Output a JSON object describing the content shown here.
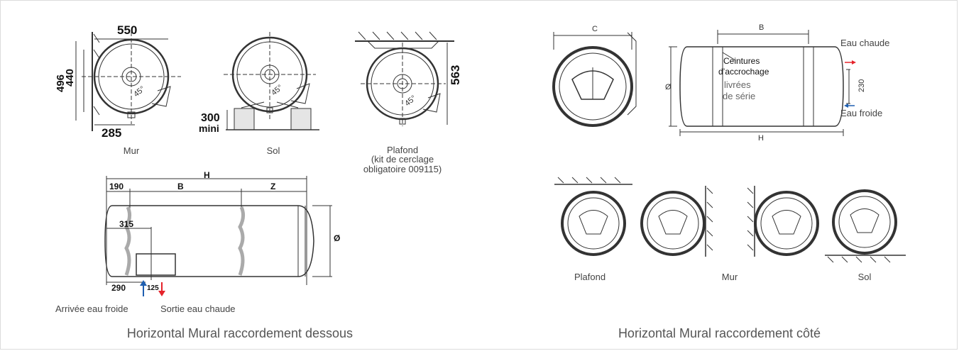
{
  "left": {
    "caption": "Horizontal Mural raccordement dessous",
    "views": {
      "wall": "Mur",
      "floor": "Sol",
      "ceiling": "Plafond",
      "ceiling_note": "(kit de cerclage\nobligatoire 009115)"
    },
    "dims": {
      "d550": "550",
      "d496": "496",
      "d440": "440",
      "d285": "285",
      "d300": "300",
      "mini": "mini",
      "d563": "563",
      "angle": "45°",
      "H": "H",
      "B": "B",
      "Z": "Z",
      "d190": "190",
      "d315": "315",
      "d290": "290",
      "d125": "125",
      "phi": "Ø"
    },
    "labels": {
      "cold_in": "Arrivée eau froide",
      "hot_out": "Sortie eau chaude"
    }
  },
  "right": {
    "caption": "Horizontal Mural raccordement côté",
    "dims": {
      "C": "C",
      "B": "B",
      "H": "H",
      "phi": "Ø",
      "d230": "230"
    },
    "labels": {
      "belts_1": "Ceintures",
      "belts_2": "d’accrochage",
      "series_1": "livrées",
      "series_2": "de série",
      "hot": "Eau chaude",
      "cold": "Eau froide"
    },
    "views": {
      "ceiling": "Plafond",
      "wall": "Mur",
      "floor": "Sol"
    }
  },
  "colors": {
    "hot": "#e5232b",
    "cold": "#1f5fb0",
    "line": "#333333"
  }
}
